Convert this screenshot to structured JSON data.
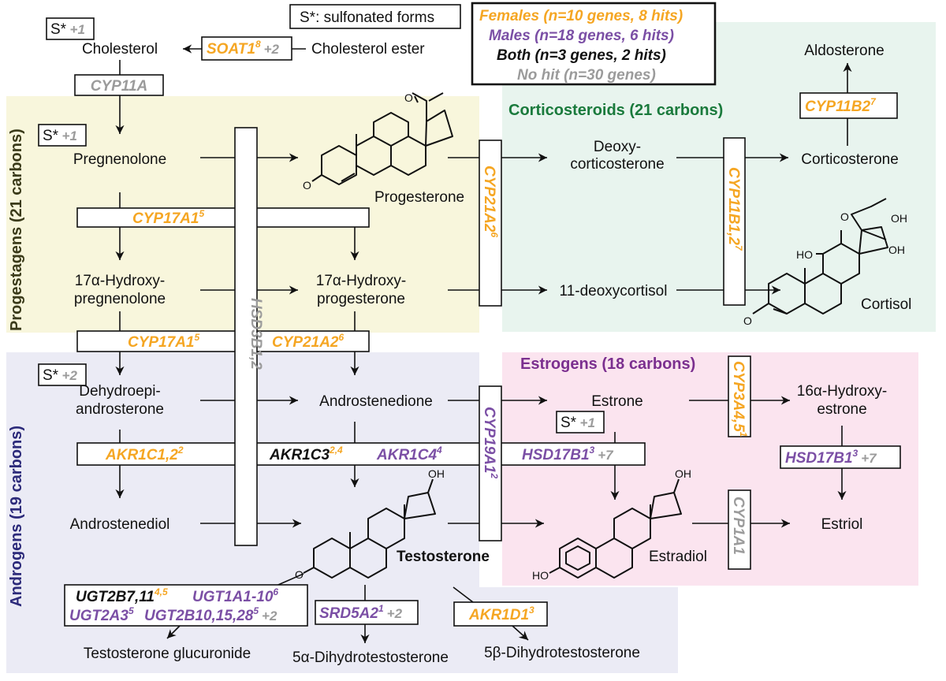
{
  "colors": {
    "female": "#f5a623",
    "male": "#7b4fa5",
    "both": "#111111",
    "nohit": "#9b9b9b",
    "progestagens_bg": "#f8f6dc",
    "corticosteroids_bg": "#e8f4ee",
    "androgens_bg": "#ebebf5",
    "estrogens_bg": "#fbe4ef",
    "progestagens_title": "#3b3b1a",
    "corticosteroids_title": "#1a7a3c",
    "androgens_title": "#2c2a7a",
    "estrogens_title": "#7b2f8f"
  },
  "legend": {
    "sulfonated": "S*: sulfonated forms",
    "female": "Females (n=10 genes, 8 hits)",
    "male": "Males (n=18 genes, 6 hits)",
    "both": "Both (n=3 genes, 2 hits)",
    "nohit": "No hit (n=30 genes)"
  },
  "regions": {
    "progestagens": "Progestagens (21 carbons)",
    "corticosteroids": "Corticosteroids (21 carbons)",
    "androgens": "Androgens (19 carbons)",
    "estrogens": "Estrogens (18 carbons)"
  },
  "sulfonated_tags": {
    "s1": {
      "label": "S*",
      "count": "+1"
    },
    "s2": {
      "label": "S*",
      "count": "+1"
    },
    "s3": {
      "label": "S*",
      "count": "+2"
    },
    "s4": {
      "label": "S*",
      "count": "+1"
    }
  },
  "metabolites": {
    "cholesterol": "Cholesterol",
    "cholesterol_ester": "Cholesterol ester",
    "pregnenolone": "Pregnenolone",
    "progesterone": "Progesterone",
    "hydroxypreg1": "17α-Hydroxy-",
    "hydroxypreg2": "pregnenolone",
    "hydroxyprog1": "17α-Hydroxy-",
    "hydroxyprog2": "progesterone",
    "deoxycort1": "Deoxy-",
    "deoxycort2": "corticosterone",
    "corticosterone": "Corticosterone",
    "aldosterone": "Aldosterone",
    "deoxycortisol": "11-deoxycortisol",
    "cortisol": "Cortisol",
    "dhea1": "Dehydroepi-",
    "dhea2": "androsterone",
    "androstenedione": "Androstenedione",
    "estrone": "Estrone",
    "hydroxyestrone1": "16α-Hydroxy-",
    "hydroxyestrone2": "estrone",
    "androstenediol": "Androstenediol",
    "testosterone": "Testosterone",
    "estradiol": "Estradiol",
    "estriol": "Estriol",
    "testosterone_glucuronide": "Testosterone glucuronide",
    "dht5a": "5α-Dihydrotestosterone",
    "dht5b": "5β-Dihydrotestosterone"
  },
  "atoms": {
    "O": "O",
    "OH": "OH",
    "HO": "HO"
  },
  "enzymes": {
    "soat1": {
      "name": "SOAT1",
      "sup": "8",
      "count": "+2"
    },
    "cyp11a": {
      "name": "CYP11A"
    },
    "cyp17a1_a": {
      "name": "CYP17A1",
      "sup": "5"
    },
    "hsd3b12": {
      "name": "HSD3B1,2"
    },
    "cyp21a2_v": {
      "name": "CYP21A2",
      "sup": "6"
    },
    "cyp11b12": {
      "name": "CYP11B1,2",
      "sup": "7"
    },
    "cyp11b2": {
      "name": "CYP11B2",
      "sup": "7"
    },
    "cyp17a1_b": {
      "name": "CYP17A1",
      "sup": "5"
    },
    "cyp21a2_h": {
      "name": "CYP21A2",
      "sup": "6"
    },
    "akr1c12": {
      "name": "AKR1C1,2",
      "sup": "2"
    },
    "akr1c3": {
      "name": "AKR1C3",
      "sup": "2,4"
    },
    "akr1c4": {
      "name": "AKR1C4",
      "sup": "4"
    },
    "hsd17b1_a": {
      "name": "HSD17B1",
      "sup": "3",
      "count": "+7"
    },
    "cyp19a1": {
      "name": "CYP19A1",
      "sup": "2"
    },
    "cyp3a45": {
      "name": "CYP3A4,5",
      "sup": "1"
    },
    "hsd17b1_b": {
      "name": "HSD17B1",
      "sup": "3",
      "count": "+7"
    },
    "cyp1a1": {
      "name": "CYP1A1"
    },
    "ugt2b7": {
      "name": "UGT2B7,11",
      "sup": "4,5"
    },
    "ugt1a1": {
      "name": "UGT1A1-10",
      "sup": "6"
    },
    "ugt2a3": {
      "name": "UGT2A3",
      "sup": "5"
    },
    "ugt2b10": {
      "name": "UGT2B10,15,28",
      "sup": "5",
      "count": "+2"
    },
    "srd5a2": {
      "name": "SRD5A2",
      "sup": "1",
      "count": "+2"
    },
    "akr1d1": {
      "name": "AKR1D1",
      "sup": "3"
    }
  }
}
